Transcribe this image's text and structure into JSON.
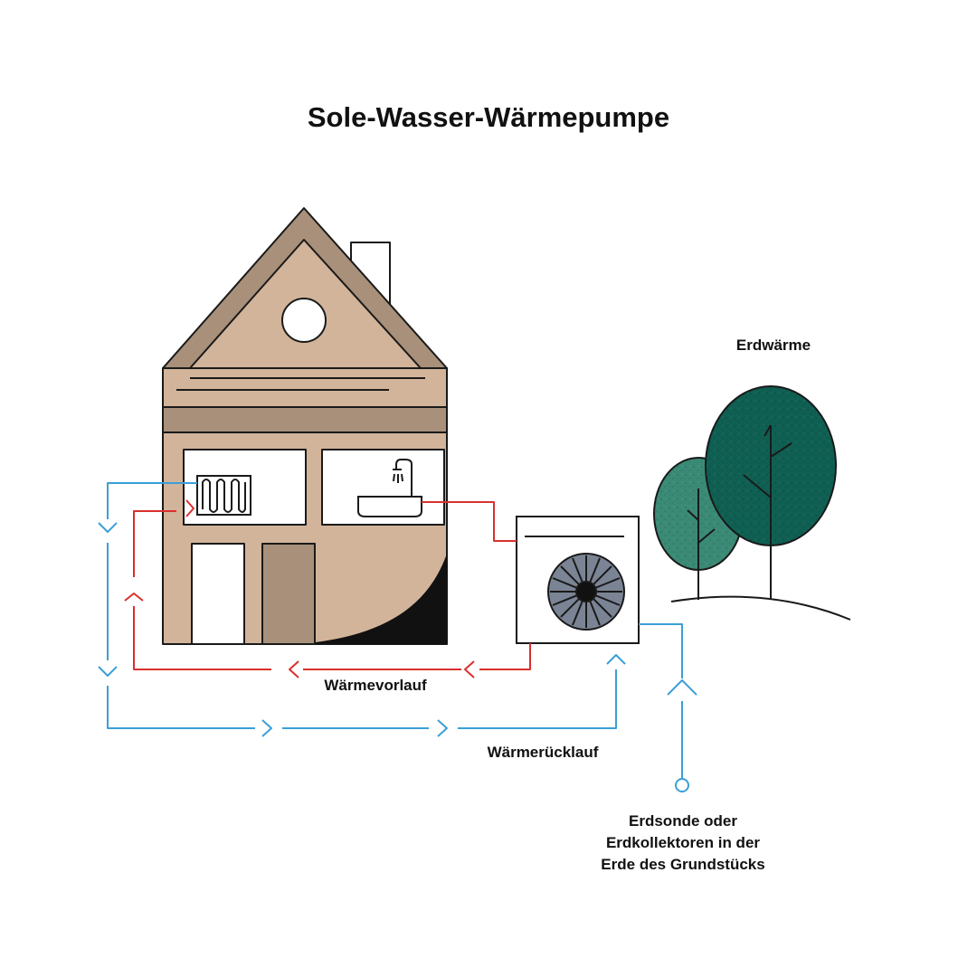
{
  "title": "Sole-Wasser-Wärmepumpe",
  "labels": {
    "geothermal": "Erdwärme",
    "supply_flow": "Wärmevorlauf",
    "return_flow": "Wärmerücklauf",
    "ground_probe": [
      "Erdsonde oder",
      "Erdkollektoren in der",
      "Erde des Grundstücks"
    ]
  },
  "colors": {
    "supply": "#d9302e",
    "return": "#3b9fd6",
    "house_wall": "#d2b49a",
    "house_roof": "#a8907a",
    "door": "#a8907a",
    "fan": "#7b8494",
    "tree_dark": "#0f5f52",
    "tree_light": "#3a8a76",
    "outline": "#1a1a1a"
  },
  "icons": [
    "radiator-icon",
    "shower-icon",
    "bathtub-icon",
    "fan-icon",
    "tree-icon",
    "chevron-icon",
    "probe-node-icon"
  ]
}
